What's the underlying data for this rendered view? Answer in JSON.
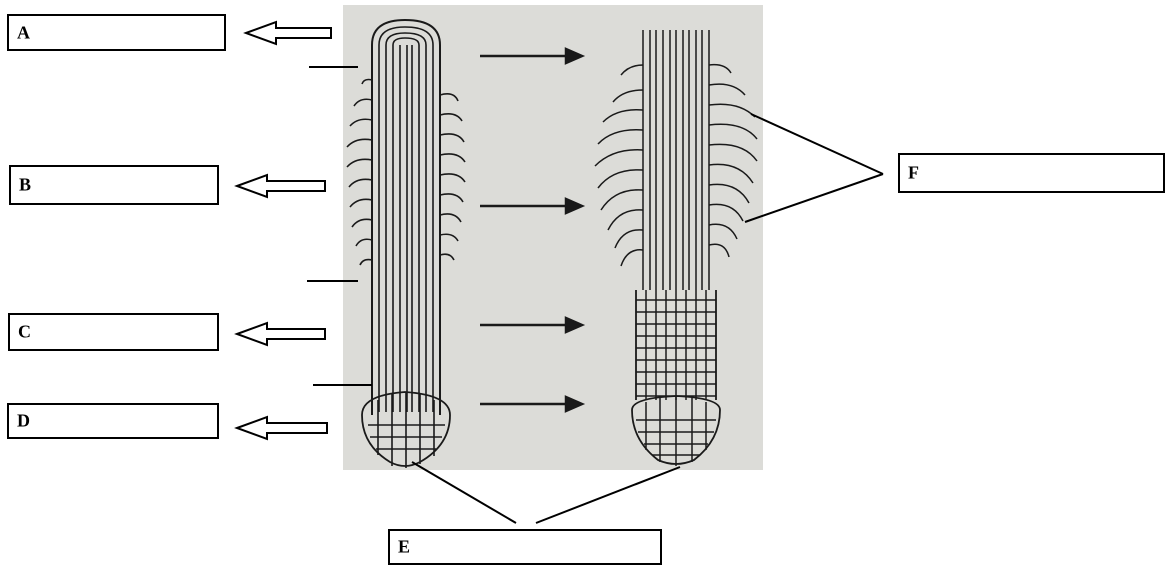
{
  "labels": {
    "A": "A",
    "B": "B",
    "C": "C",
    "D": "D",
    "E": "E",
    "F": "F"
  },
  "colors": {
    "photo_background": "#dcdcd8",
    "ink": "#1a1a1a"
  }
}
